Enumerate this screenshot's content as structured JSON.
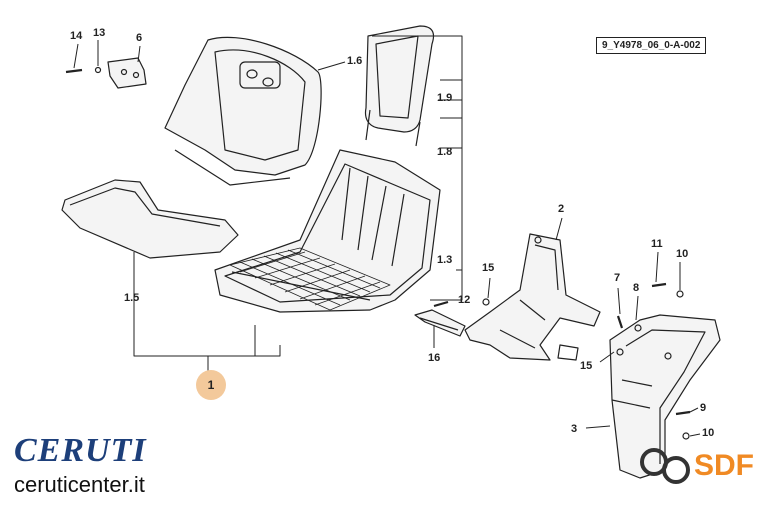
{
  "diagram": {
    "drawing_code": "9_Y4978_06_0-A-002",
    "main_assembly_badge": "1",
    "callouts": {
      "c14": "14",
      "c13": "13",
      "c6": "6",
      "c1_6": "1.6",
      "c1_9": "1.9",
      "c1_8": "1.8",
      "c1_3": "1.3",
      "c1_5": "1.5",
      "c2": "2",
      "c15a": "15",
      "c12": "12",
      "c16": "16",
      "c11": "11",
      "c10a": "10",
      "c7": "7",
      "c8": "8",
      "c15b": "15",
      "c3": "3",
      "c9": "9",
      "c10b": "10"
    }
  },
  "brand": {
    "name": "CERUTI",
    "website": "ceruticenter.it",
    "partner_logo": "SDF"
  },
  "colors": {
    "line": "#222222",
    "badge_fill": "#f3c99b",
    "brand_blue": "#1d3f7a",
    "sdf_orange": "#f08a24",
    "part_fill": "#f4f4f4"
  }
}
